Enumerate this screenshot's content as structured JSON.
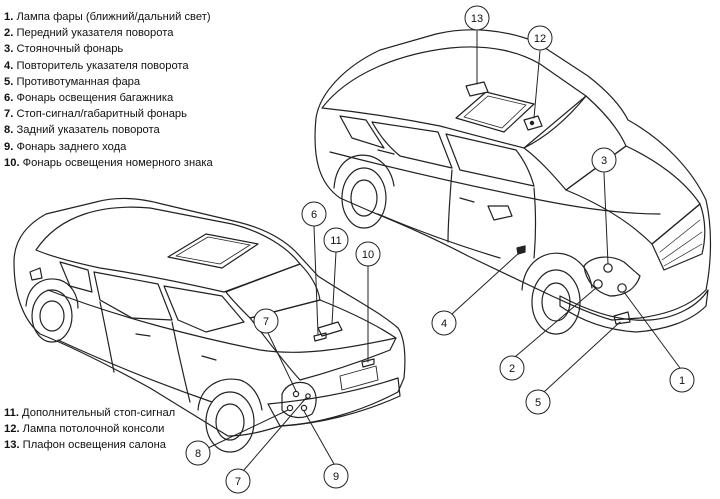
{
  "legend_top": [
    {
      "num": "1.",
      "text": "Лампа фары (ближний/дальний свет)"
    },
    {
      "num": "2.",
      "text": "Передний указателя поворота"
    },
    {
      "num": "3.",
      "text": "Стояночный фонарь"
    },
    {
      "num": "4.",
      "text": "Повторитель указателя поворота"
    },
    {
      "num": "5.",
      "text": "Противотуманная фара"
    },
    {
      "num": "6.",
      "text": "Фонарь освещения багажника"
    },
    {
      "num": "7.",
      "text": "Стоп-сигнал/габаритный фонарь"
    },
    {
      "num": "8.",
      "text": "Задний указатель поворота"
    },
    {
      "num": "9.",
      "text": "Фонарь заднего хода"
    },
    {
      "num": "10.",
      "text": "Фонарь освещения номерного знака"
    }
  ],
  "legend_bottom": [
    {
      "num": "11.",
      "text": "Дополнительный стоп-сигнал"
    },
    {
      "num": "12.",
      "text": "Лампа потолочной консоли"
    },
    {
      "num": "13.",
      "text": "Плафон освещения салона"
    }
  ],
  "callouts": {
    "c1": "1",
    "c2": "2",
    "c3": "3",
    "c4": "4",
    "c5": "5",
    "c6": "6",
    "c7a": "7",
    "c7b": "7",
    "c8": "8",
    "c9": "9",
    "c10": "10",
    "c11": "11",
    "c12": "12",
    "c13": "13"
  }
}
